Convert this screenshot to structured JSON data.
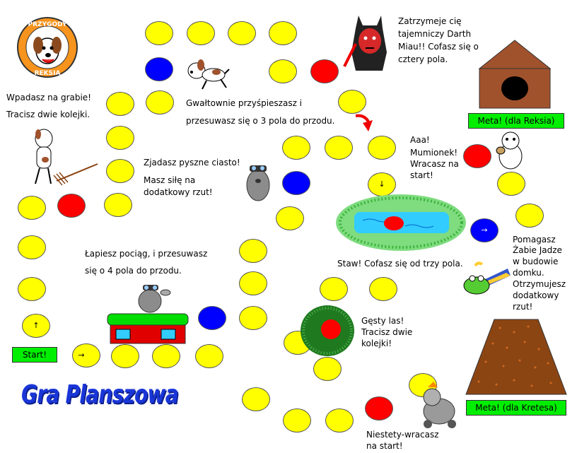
{
  "title": "Gra Planszowa",
  "logo": {
    "top_text": "PRZYGODY",
    "bottom_text": "REKSIA"
  },
  "start_label": "Start!",
  "meta_reksio": "Meta! (dla Reksia)",
  "meta_kretes": "Meta! (dla Kretesa)",
  "messages": {
    "grabie_1": "Wpadasz na grabie!",
    "grabie_2": "Tracisz dwie kolejki.",
    "gwaltownie_1": "Gwałtownie przyśpieszasz i",
    "gwaltownie_2": "przesuwasz się o 3 pola do przodu.",
    "darth_1": "Zatrzymeje cię",
    "darth_2": "tajemniczy Darth",
    "darth_3": "Miau!! Cofasz się o",
    "darth_4": "cztery pola.",
    "ciasto_1": "Zjadasz pyszne ciasto!",
    "ciasto_2": "Masz siłę na",
    "ciasto_3": "dodatkowy rzut!",
    "mumionek_1": "Aaa!",
    "mumionek_2": "Mumionek!",
    "mumionek_3": "Wracasz na",
    "mumionek_4": "start!",
    "pociag_1": "Łapiesz pociąg, i przesuwasz",
    "pociag_2": "się o 4 pola do przodu.",
    "staw": "Staw! Cofasz się od trzy pola.",
    "zaba_1": "Pomagasz",
    "zaba_2": "Żabie Jadze",
    "zaba_3": "w budowie",
    "zaba_4": "domku.",
    "zaba_5": "Otrzymujesz",
    "zaba_6": "dodatkowy",
    "zaba_7": "rzut!",
    "las_1": "Gęsty las!",
    "las_2": "Tracisz dwie",
    "las_3": "kolejki!",
    "niestety_1": "Niestety-wracasz",
    "niestety_2": "na start!"
  },
  "arrows": {
    "up": "↑",
    "right": "→",
    "down": "↓"
  },
  "colors": {
    "yellow": "#ffff00",
    "red": "#ff0000",
    "blue": "#0000ff",
    "green": "#00ee00",
    "title_blue": "#1a36d8"
  },
  "icons": [
    "reksio-dog-icon",
    "darth-miau-icon",
    "doghouse-icon",
    "rake-dog-icon",
    "mole-icon",
    "train-icon",
    "pond-icon",
    "mummy-icon",
    "frog-icon",
    "forest-icon",
    "knight-icon",
    "hill-icon",
    "red-arrow-icon"
  ]
}
